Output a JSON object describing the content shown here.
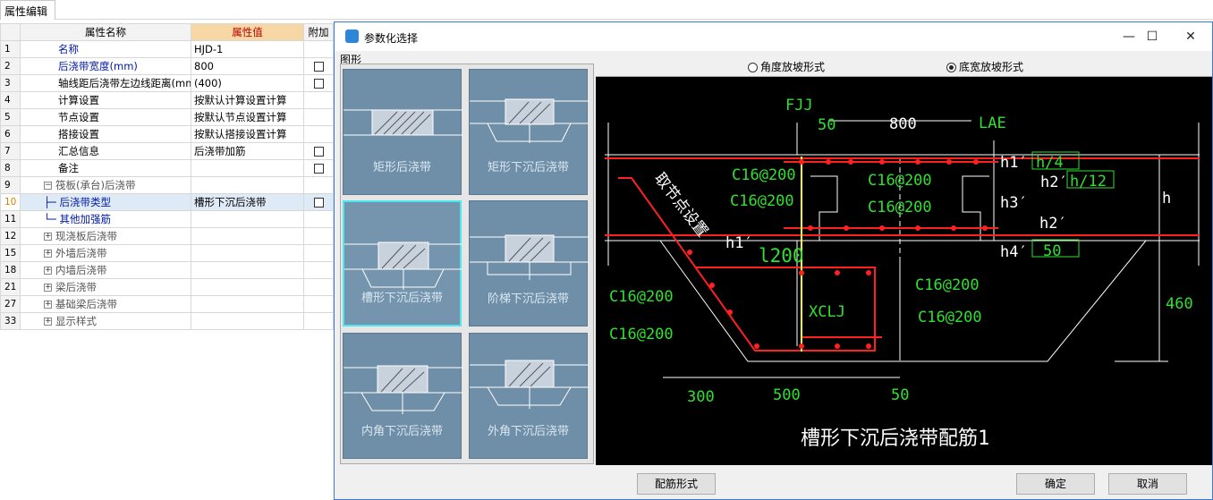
{
  "panel": {
    "tab": "属性编辑",
    "col_name": "属性名称",
    "col_value": "属性值",
    "col_extra": "附加"
  },
  "rows": [
    {
      "no": "1",
      "name": "名称",
      "value": "HJD-1"
    },
    {
      "no": "2",
      "name": "后浇带宽度(mm)",
      "value": "800"
    },
    {
      "no": "3",
      "name": "轴线距后浇带左边线距离(mm)",
      "value": "(400)"
    },
    {
      "no": "4",
      "name": "计算设置",
      "value": "按默认计算设置计算"
    },
    {
      "no": "5",
      "name": "节点设置",
      "value": "按默认节点设置计算"
    },
    {
      "no": "6",
      "name": "搭接设置",
      "value": "按默认搭接设置计算"
    },
    {
      "no": "7",
      "name": "汇总信息",
      "value": "后浇带加筋"
    },
    {
      "no": "8",
      "name": "备注",
      "value": ""
    },
    {
      "no": "9",
      "name": "筏板(承台)后浇带",
      "value": ""
    },
    {
      "no": "10",
      "name": "后浇带类型",
      "value": "槽形下沉后浇带"
    },
    {
      "no": "11",
      "name": "其他加强筋",
      "value": ""
    },
    {
      "no": "12",
      "name": "现浇板后浇带",
      "value": ""
    },
    {
      "no": "15",
      "name": "外墙后浇带",
      "value": ""
    },
    {
      "no": "18",
      "name": "内墙后浇带",
      "value": ""
    },
    {
      "no": "21",
      "name": "梁后浇带",
      "value": ""
    },
    {
      "no": "27",
      "name": "基础梁后浇带",
      "value": ""
    },
    {
      "no": "33",
      "name": "显示样式",
      "value": ""
    }
  ],
  "dialog": {
    "title": "参数化选择",
    "shapes_label": "图形",
    "cards": [
      "矩形后浇带",
      "矩形下沉后浇带",
      "槽形下沉后浇带",
      "阶梯下沉后浇带",
      "内角下沉后浇带",
      "外角下沉后浇带"
    ],
    "radio_angle": "角度放坡形式",
    "radio_width": "底宽放坡形式",
    "btn_rebar": "配筋形式",
    "btn_ok": "确定",
    "btn_cancel": "取消"
  },
  "drawing": {
    "caption": "槽形下沉后浇带配筋1",
    "fjj": "FJJ",
    "xclj": "XCLJ",
    "d50a": "50",
    "d800": "800",
    "lae": "LAE",
    "h1": "h1′",
    "h1v": "h/4",
    "h2a": "h2′",
    "h2v": "h/12",
    "h3": "h3′",
    "h2b": "h2′",
    "h4": "h4′",
    "h4v": "50",
    "h": "h",
    "r1": "C16@200",
    "r2": "C16@200",
    "r3": "C16@200",
    "r4": "C16@200",
    "r5": "C16@200",
    "r6": "C16@200",
    "r7": "C16@200",
    "r8": "C16@200",
    "h1l": "h1′",
    "l1200": "l200",
    "d460": "460",
    "d300": "300",
    "d500": "500",
    "d50b": "50",
    "anchor": "取节点设置"
  }
}
